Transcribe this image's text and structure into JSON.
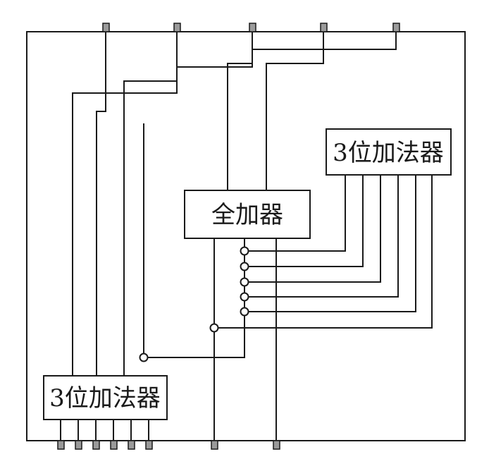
{
  "diagram": {
    "blocks": {
      "full_adder": {
        "label": "全加器"
      },
      "adder_3bit_top": {
        "label": "3位加法器"
      },
      "adder_3bit_bottom": {
        "label": "3位加法器"
      }
    },
    "top_pin_count": 5,
    "bottom_pin_count": 8,
    "junction_count": 7
  }
}
